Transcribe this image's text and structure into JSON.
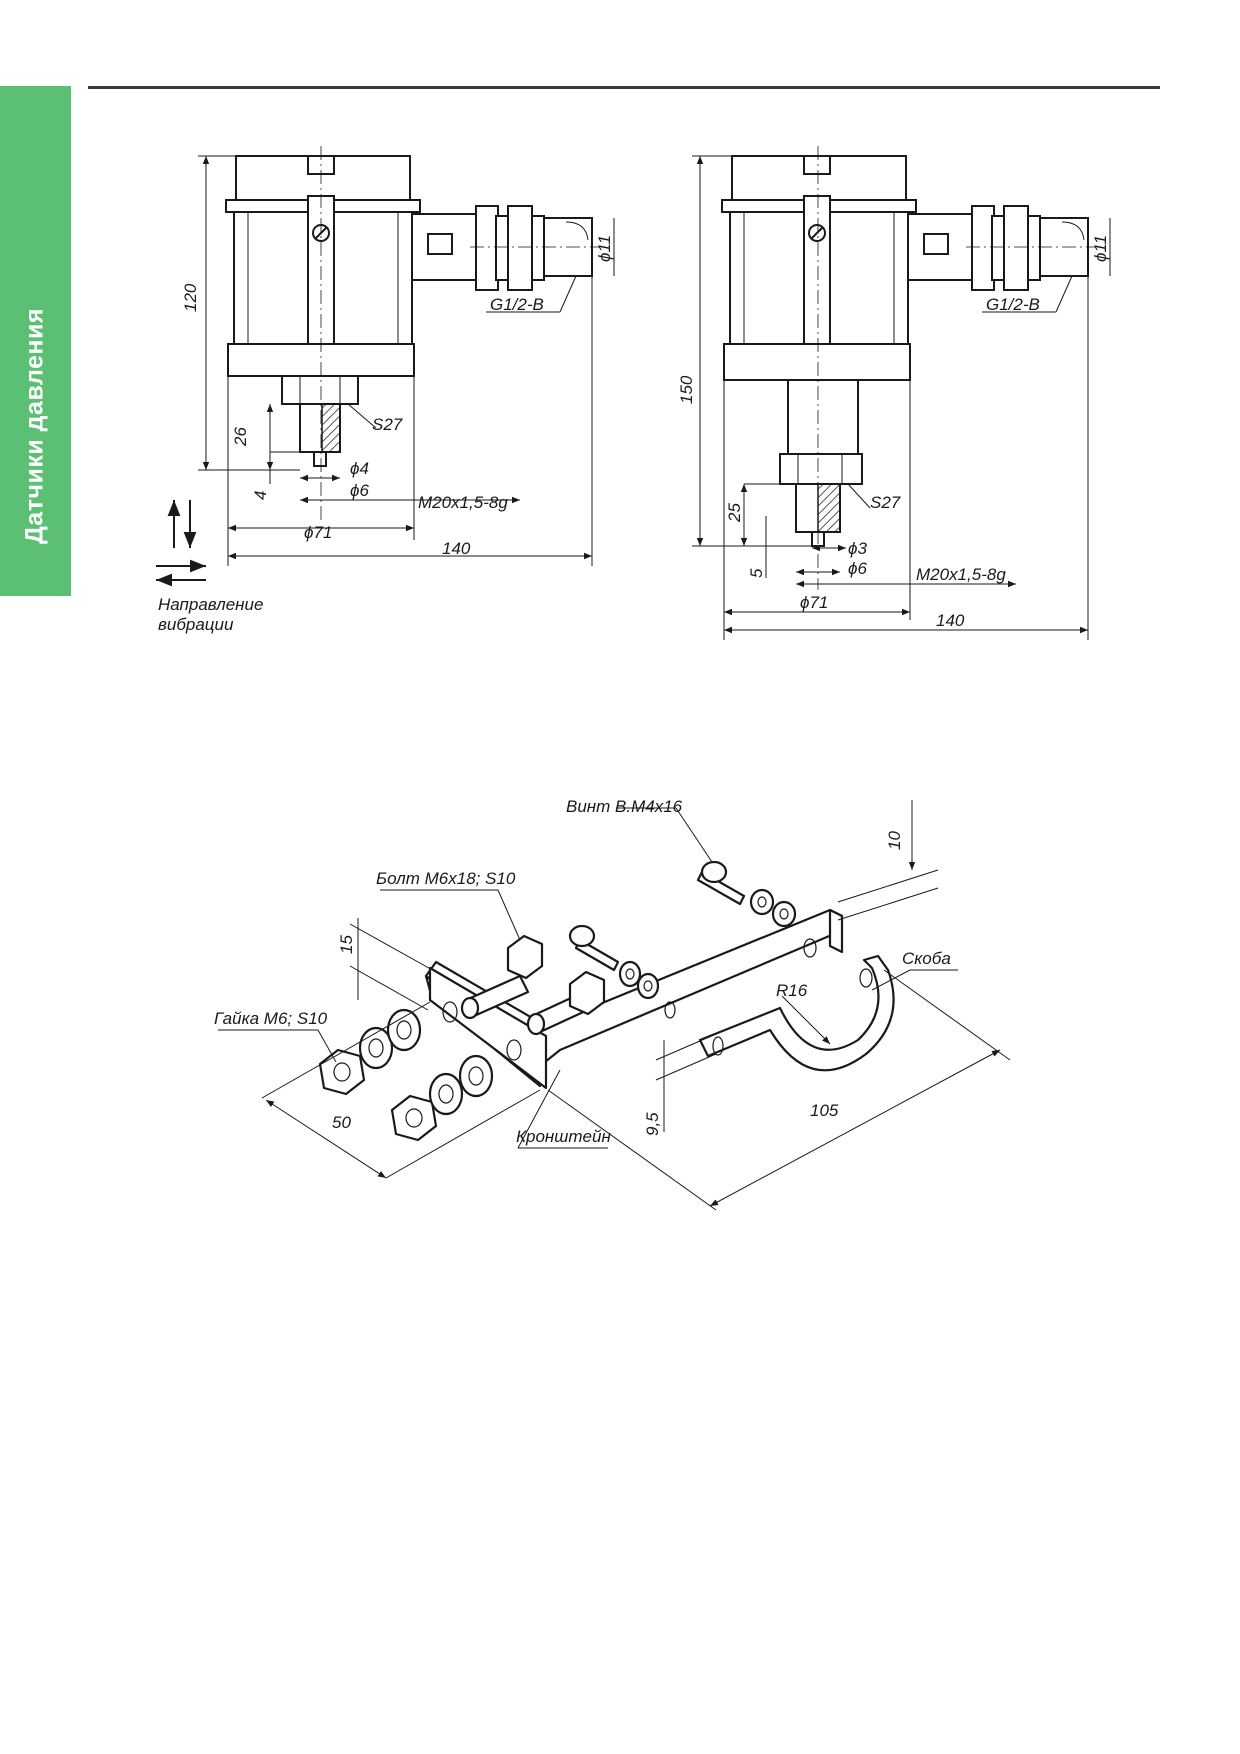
{
  "section_tab": {
    "label": "Датчики давления",
    "color": "#5bbf74"
  },
  "drawing_left": {
    "dim_height": "120",
    "dim_nut": "S27",
    "dim_stud_len": "26",
    "dim_tip": "4",
    "dim_bore": "ϕ4",
    "dim_shaft": "ϕ6",
    "dim_thread": "M20x1,5-8g",
    "dim_body": "ϕ71",
    "dim_width": "140",
    "dim_connector": "ϕ11",
    "dim_port": "G1/2-B"
  },
  "vibration_label": {
    "line1": "Направление",
    "line2": "вибрации"
  },
  "drawing_right": {
    "dim_height": "150",
    "dim_nut": "S27",
    "dim_stud_len": "25",
    "dim_tip": "5",
    "dim_bore": "ϕ3",
    "dim_shaft": "ϕ6",
    "dim_thread": "M20x1,5-8g",
    "dim_body": "ϕ71",
    "dim_width": "140",
    "dim_connector": "ϕ11",
    "dim_port": "G1/2-B"
  },
  "bracket_drawing": {
    "screw_label": "Винт В.М4х16",
    "bolt_label": "Болт М6х18; S10",
    "nut_label": "Гайка М6; S10",
    "clamp_label": "Скоба",
    "bracket_label": "Кронштейн",
    "dim_radius": "R16",
    "dim_10": "10",
    "dim_15": "15",
    "dim_50": "50",
    "dim_105": "105",
    "dim_9_5": "9,5"
  }
}
